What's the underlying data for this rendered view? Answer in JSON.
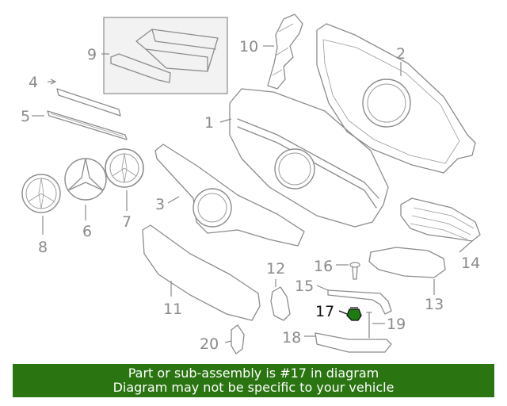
{
  "callouts": {
    "c1": "1",
    "c2": "2",
    "c3": "3",
    "c4": "4",
    "c5": "5",
    "c6": "6",
    "c7": "7",
    "c8": "8",
    "c9": "9",
    "c10": "10",
    "c11": "11",
    "c12": "12",
    "c13": "13",
    "c14": "14",
    "c15": "15",
    "c16": "16",
    "c17": "17",
    "c18": "18",
    "c19": "19",
    "c20": "20"
  },
  "highlight": {
    "part": "17",
    "color": "#1f7a12"
  },
  "banner": {
    "line1": "Part or sub-assembly is #17 in diagram",
    "line2": "Diagram may not be specific to your vehicle",
    "background": "#2a7411"
  }
}
